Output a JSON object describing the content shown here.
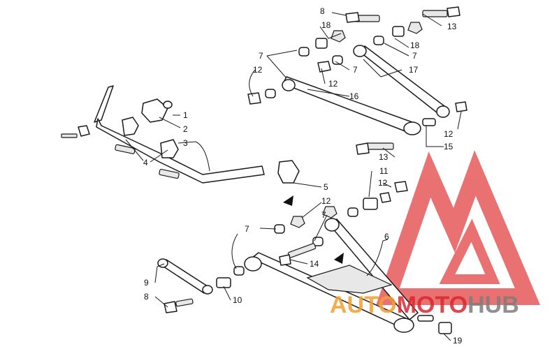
{
  "diagram": {
    "callouts": {
      "c1": "1",
      "c2": "2",
      "c3": "3",
      "c4": "4",
      "c5": "5",
      "c6": "6",
      "c7a": "7",
      "c7b": "7",
      "c7c": "7",
      "c7d": "7",
      "c7e": "7",
      "c8a": "8",
      "c8b": "8",
      "c9": "9",
      "c10": "10",
      "c11": "11",
      "c12a": "12",
      "c12b": "12",
      "c12c": "12",
      "c12d": "12",
      "c12e": "12",
      "c13a": "13",
      "c13b": "13",
      "c14": "14",
      "c15": "15",
      "c16": "16",
      "c17": "17",
      "c18a": "18",
      "c18b": "18",
      "c19": "19"
    }
  },
  "watermark": {
    "word_part1": "AUTO",
    "word_part2": "MOTO",
    "word_part3": "HUB",
    "color_orange": "#f0a030",
    "color_red": "#d9272e",
    "color_gray": "#7d7d7d",
    "logo": "red-triangle-logo-icon"
  }
}
